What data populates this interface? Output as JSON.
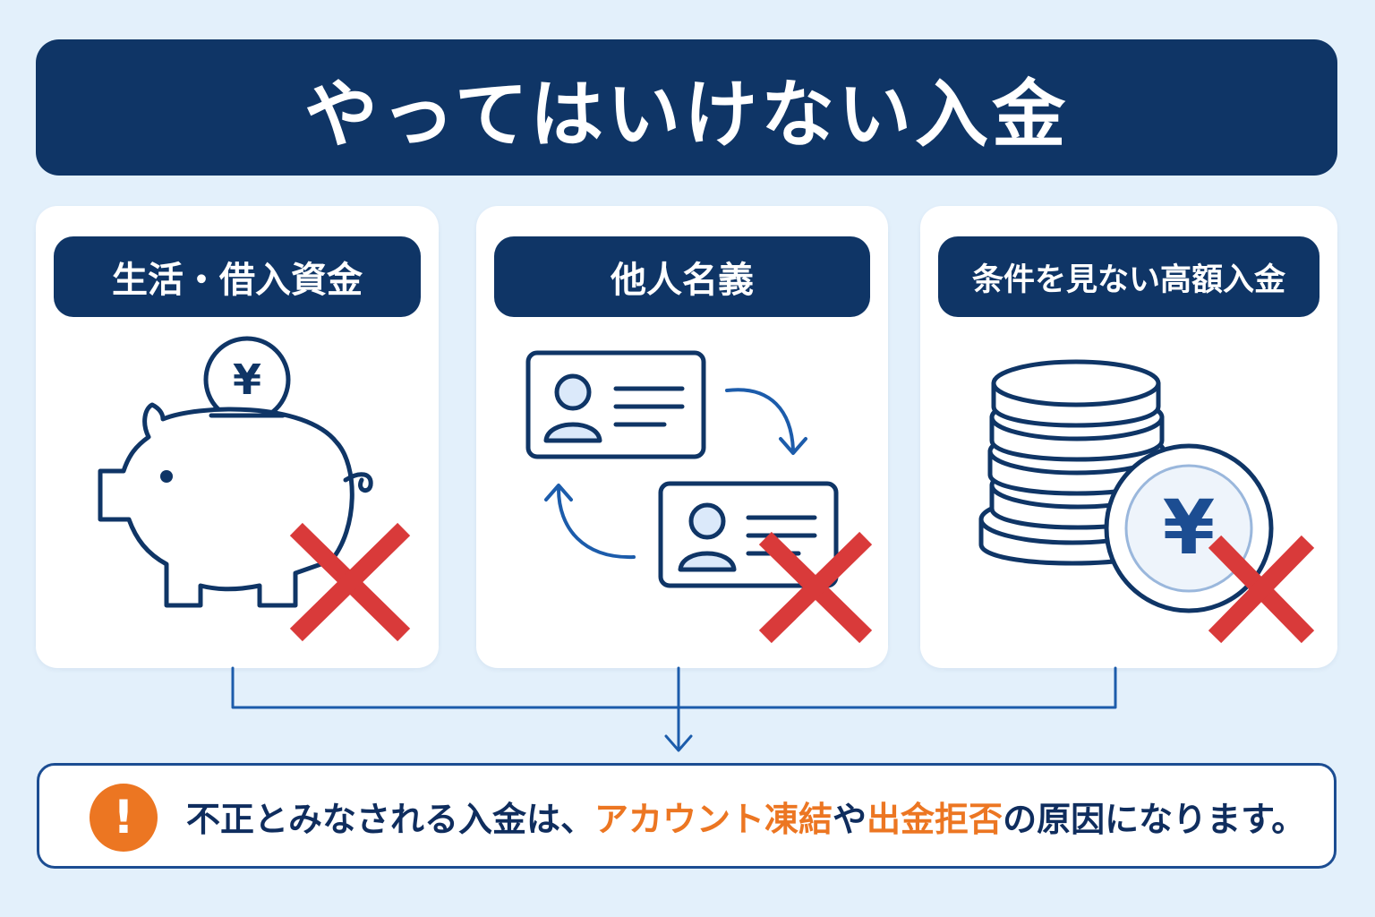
{
  "title": "やってはいけない入金",
  "cards": [
    {
      "label": "生活・借入資金",
      "icon": "piggy-bank-icon",
      "mark": "¥",
      "status": "prohibited"
    },
    {
      "label": "他人名義",
      "icon": "id-card-swap-icon",
      "status": "prohibited"
    },
    {
      "label": "条件を見ない高額入金",
      "icon": "coin-stack-icon",
      "mark": "¥",
      "status": "prohibited"
    }
  ],
  "notice": {
    "icon": "exclamation-icon",
    "icon_glyph": "!",
    "part1": "不正とみなされる入金は、",
    "highlight1": "アカウント凍結",
    "part2": "や",
    "highlight2": "出金拒否",
    "part3": "の原因になります。"
  },
  "colors": {
    "background": "#e3f0fb",
    "navy": "#0f3566",
    "outline": "#1c4d92",
    "cross": "#d93a3a",
    "accent": "#ec7622",
    "light_fill": "#dbe9fa"
  }
}
